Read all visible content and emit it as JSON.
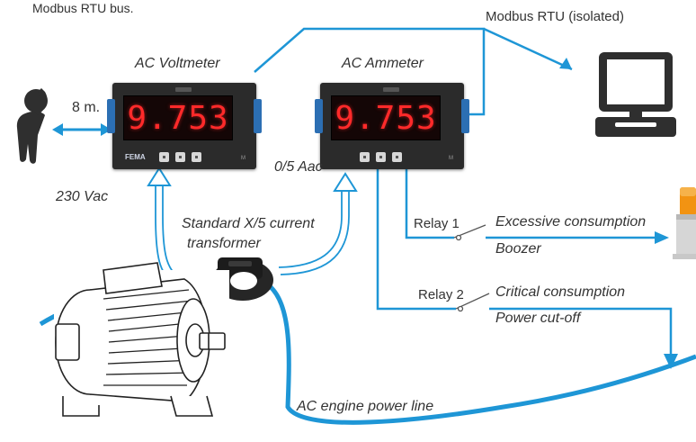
{
  "labels": {
    "modbus_bus": "Modbus RTU bus.",
    "modbus_isolated": "Modbus RTU (isolated)",
    "voltmeter": "AC Voltmeter",
    "ammeter": "AC Ammeter",
    "distance": "8 m.",
    "ac_current": "0/5 Aac",
    "ac_voltage": "230 Vac",
    "ct_line1": "Standard X/5 current",
    "ct_line2": "transformer",
    "relay1": "Relay 1",
    "relay1_desc": "Excessive consumption",
    "relay1_action": "Boozer",
    "relay2": "Relay 2",
    "relay2_desc": "Critical consumption",
    "relay2_action": "Power cut-off",
    "power_line": "AC engine power line"
  },
  "meters": {
    "voltmeter_display": "9.753",
    "ammeter_display": "9.753",
    "brand": "FEMA",
    "small_text": "M"
  },
  "colors": {
    "line_blue": "#1e96d6",
    "text_gray": "#333333",
    "meter_body": "#2b2b2b",
    "display_red": "#ff2a2a",
    "icon_dark": "#2f2f2f"
  }
}
